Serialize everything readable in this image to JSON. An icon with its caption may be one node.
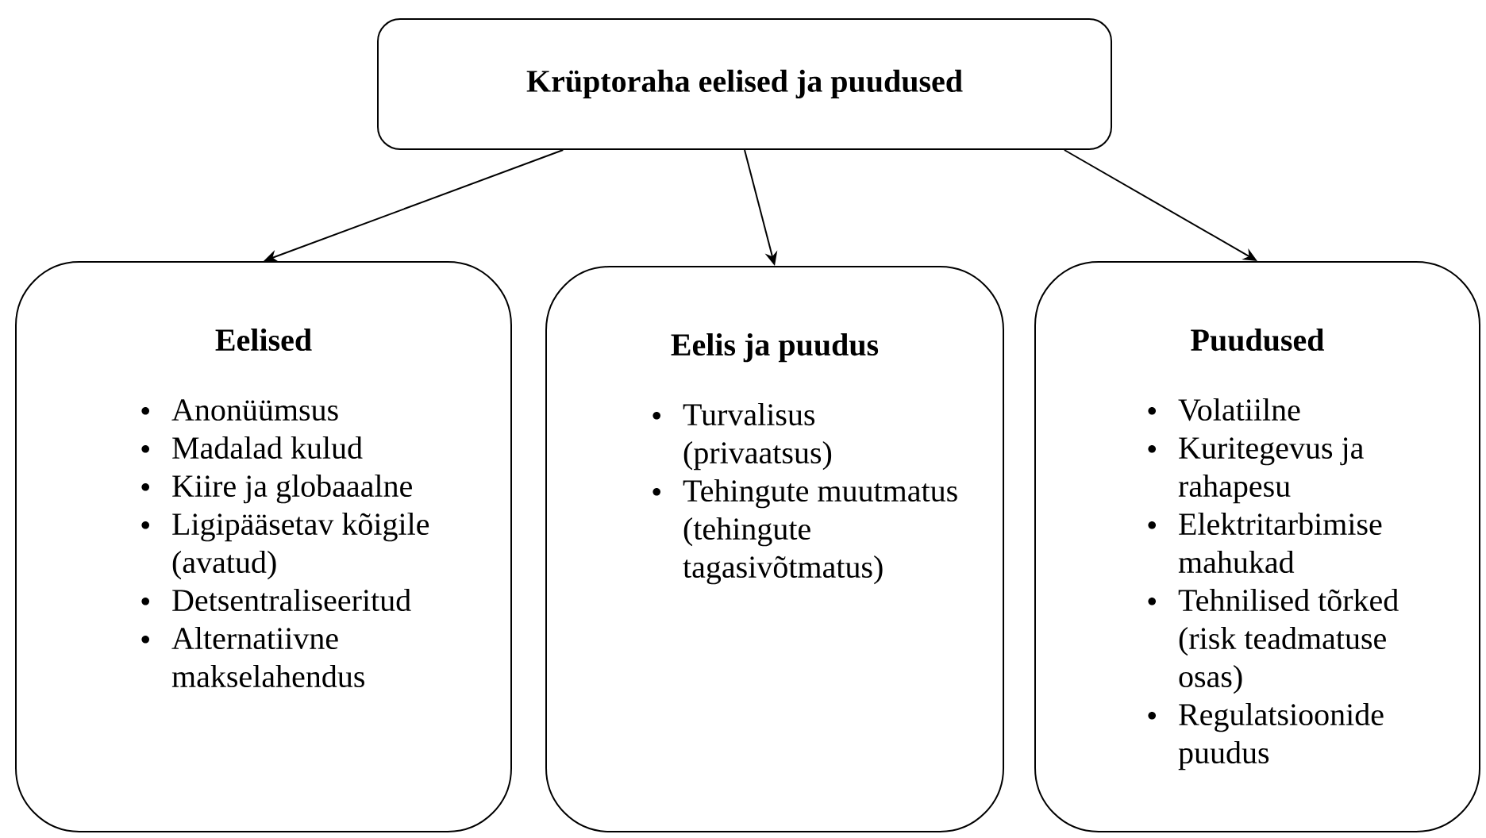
{
  "diagram": {
    "nodes": [
      {
        "text": [
          "Krüptoraha eelised ja puudused"
        ]
      },
      {
        "text": [
          "Eelised",
          "Anonüümsus",
          "Madalad kulud",
          "Kiire ja globaaalne",
          "Ligipääsetav kõigile (avatud)",
          "Detsentraliseeritud",
          "Alternatiivne makselahendus"
        ]
      },
      {
        "text": [
          "Eelis ja puudus",
          "Turvalisus (privaatsus)",
          "Tehingute muutmatus (tehingute tagasivõtmatus)"
        ]
      },
      {
        "text": [
          "Puudused",
          "Volatiilne",
          "Kuritegevus ja rahapesu",
          "Elektritarbimise mahukad",
          "Tehnilised tõrked (risk teadmatuse osas)",
          "Regulatsioonide puudus"
        ]
      }
    ],
    "edges": [
      {
        "from": 0,
        "to": 1,
        "arrow": "to"
      },
      {
        "from": 0,
        "to": 2,
        "arrow": "to"
      },
      {
        "from": 0,
        "to": 3,
        "arrow": "to"
      }
    ]
  }
}
